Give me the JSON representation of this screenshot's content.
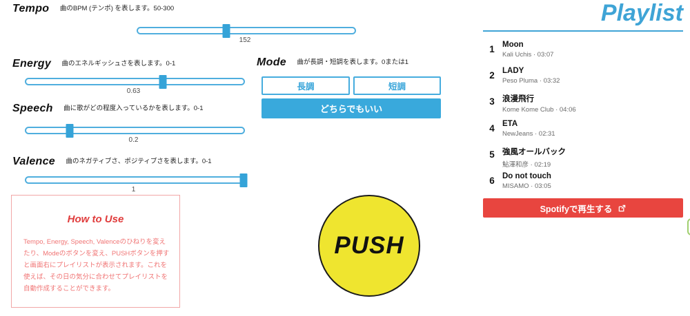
{
  "sliders": [
    {
      "name": "Tempo",
      "description": "曲のBPM (テンポ) を表します。50-300",
      "value": 152,
      "min": 50,
      "max": 300,
      "label": "152"
    },
    {
      "name": "Energy",
      "description": "曲のエネルギッシュさを表します。0-1",
      "value": 0.63,
      "min": 0,
      "max": 1,
      "label": "0.63"
    },
    {
      "name": "Speech",
      "description": "曲に歌がどの程度入っているかを表します。0-1",
      "value": 0.2,
      "min": 0,
      "max": 1,
      "label": "0.2"
    },
    {
      "name": "Valence",
      "description": "曲のネガティブさ、ポジティブさを表します。0-1",
      "value": 1,
      "min": 0,
      "max": 1,
      "label": "1"
    }
  ],
  "mode": {
    "name": "Mode",
    "description": "曲が長調・短調を表します。0または1",
    "major_label": "長調",
    "minor_label": "短調",
    "either_label": "どちらでもいい"
  },
  "how_to_use": {
    "title": "How to Use",
    "body": "Tempo, Energy, Speech, Valenceのひねりを変えたり、Modeのボタンを変え、PUSHボタンを押すと画面右にプレイリストが表示されます。これを使えば、その日の気分に合わせてプレイリストを自動作成することができます。"
  },
  "push_button": {
    "label": "PUSH"
  },
  "playlist": {
    "title": "Playlist",
    "tracks": [
      {
        "number": "1",
        "title": "Moon",
        "subtitle": "Kali Uchis · 03:07"
      },
      {
        "number": "2",
        "title": "LADY",
        "subtitle": "Peso Pluma · 03:32"
      },
      {
        "number": "3",
        "title": "浪漫飛行",
        "subtitle": "Kome Kome Club · 04:06"
      },
      {
        "number": "4",
        "title": "ETA",
        "subtitle": "NewJeans · 02:31"
      },
      {
        "number": "5",
        "title": "強風オールバック",
        "subtitle": "鮎澤和彦 · 02:19"
      },
      {
        "number": "6",
        "title": "Do not touch",
        "subtitle": "MISAMO · 03:05"
      }
    ],
    "spotify_button": {
      "label": "Spotifyで再生する",
      "icon": "external-link-icon"
    }
  },
  "colors": {
    "accent_blue": "#3FA4D6",
    "slider_blue": "#4FAEDE",
    "spotify_red": "#E8453F",
    "push_yellow": "#EFE52F",
    "howto_red": "#E03C3C",
    "green_peek": "#A0CF6E"
  }
}
